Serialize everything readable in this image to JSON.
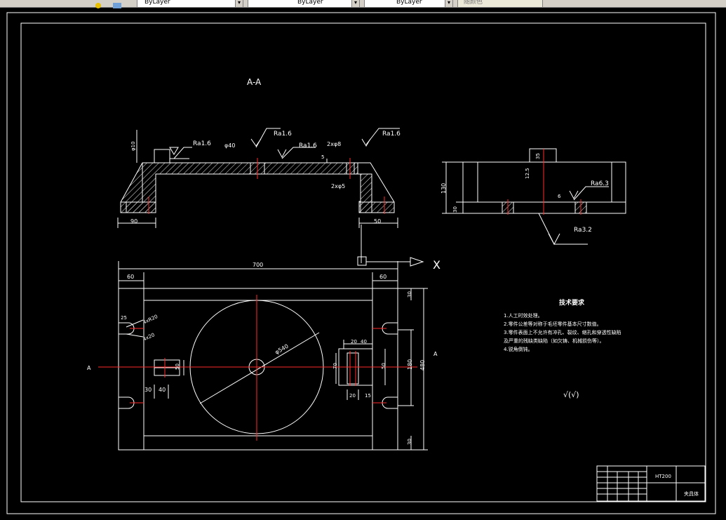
{
  "toolbar": {
    "layer_color": "ByLayer",
    "linetype": "ByLayer",
    "lineweight": "ByLayer",
    "plot_style": "随颜色"
  },
  "drawing": {
    "section_label": "A-A",
    "top_view": {
      "dim_left": "90",
      "dim_right": "50",
      "roughness_1": "Ra1.6",
      "roughness_2": "Ra1.6",
      "roughness_3": "Ra1.6",
      "roughness_4": "Ra1.6",
      "hole_note": "φ40",
      "hole_note_2": "2xφ8",
      "dim_left_vertical": "φ10",
      "dim_5": "5",
      "dim_2": "2xφ5"
    },
    "side_view": {
      "dim_height": "130",
      "dim_base": "30",
      "dim_top": "35",
      "dim_12_5": "12.5",
      "dim_6": "6",
      "roughness_a": "Ra6.3",
      "roughness_b": "Ra3.2"
    },
    "axis_x": "X",
    "plan_view": {
      "dim_overall_width": "700",
      "dim_left_60": "60",
      "dim_right_60": "60",
      "dim_25": "25",
      "dim_slot_1": "4xR20",
      "dim_slot_2": "4x20",
      "dim_30": "30",
      "dim_40": "40",
      "dim_50": "50",
      "dim_diameter": "φ540",
      "dim_20a": "20",
      "dim_40b": "40",
      "dim_70": "70",
      "dim_50b": "50",
      "dim_20c": "20",
      "dim_15": "15",
      "dim_30_top": "30",
      "dim_180": "180",
      "dim_480": "480",
      "dim_30_bottom": "30",
      "label_a_left": "A",
      "label_a_right": "A"
    },
    "tech_req": {
      "title": "技术要求",
      "items": [
        "1.人工时效处理。",
        "2.零件公差等对称于毛坯零件基本尺寸数值。",
        "3.零件表面上不允许有冲孔、裂纹、缩孔和穿透性缺陷",
        "及严重的残缺类缺陷（如欠铸、机械损伤等）。",
        "4.锐角倒钝。"
      ],
      "roughness_note": "√(√)"
    },
    "title_block": {
      "material": "HT200",
      "name": "夹具体"
    }
  },
  "colors": {
    "line": "#ffffff",
    "center": "#ff2a2a",
    "hatch": "#ffff00"
  }
}
